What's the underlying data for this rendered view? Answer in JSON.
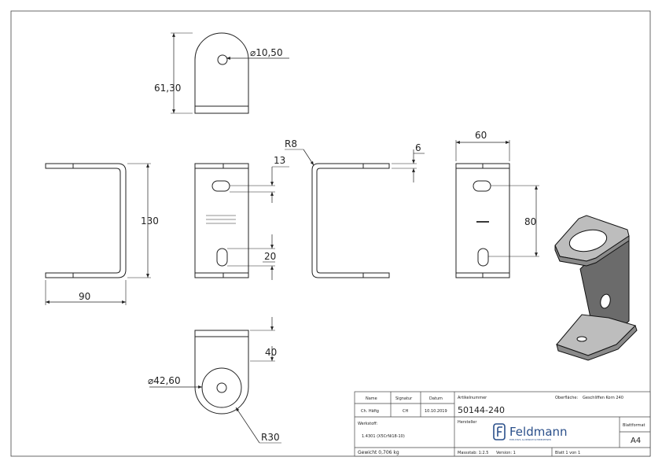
{
  "dimensions": {
    "hole_diameter": "⌀10,50",
    "height_top_view": "61,30",
    "total_height": "130",
    "total_width": "90",
    "slot_offset": "13",
    "slot_length": "20",
    "bend_radius": "R8",
    "thickness": "6",
    "plate_width": "60",
    "slot_spacing": "80",
    "tab_length": "40",
    "ring_diameter": "⌀42,60",
    "outer_radius": "R30"
  },
  "title_block": {
    "name_label": "Name",
    "signature_label": "Signatur",
    "date_label": "Datum",
    "name_value": "Ch. Häfig",
    "signature_value": "CH",
    "date_value": "10.10.2019",
    "article_label": "Artikelnummer",
    "article_value": "50144-240",
    "surface_label": "Oberfläche:",
    "surface_value": "Geschliffen Korn 240",
    "material_label": "Werkstoff:",
    "material_value": "1.4301 (X5CrNi18-10)",
    "manufacturer_label": "Hersteller",
    "brand_name": "Feldmann",
    "brand_tagline": "EDELSTAHL ALUMINIUM SCHMIEDEEISEN",
    "format_label": "Blattformat",
    "format_value": "A4",
    "weight": "Gewicht 0,706 kg",
    "scale": "Massstab: 1:2.5",
    "version": "Version: 1",
    "sheet": "Blatt 1 von 1"
  }
}
